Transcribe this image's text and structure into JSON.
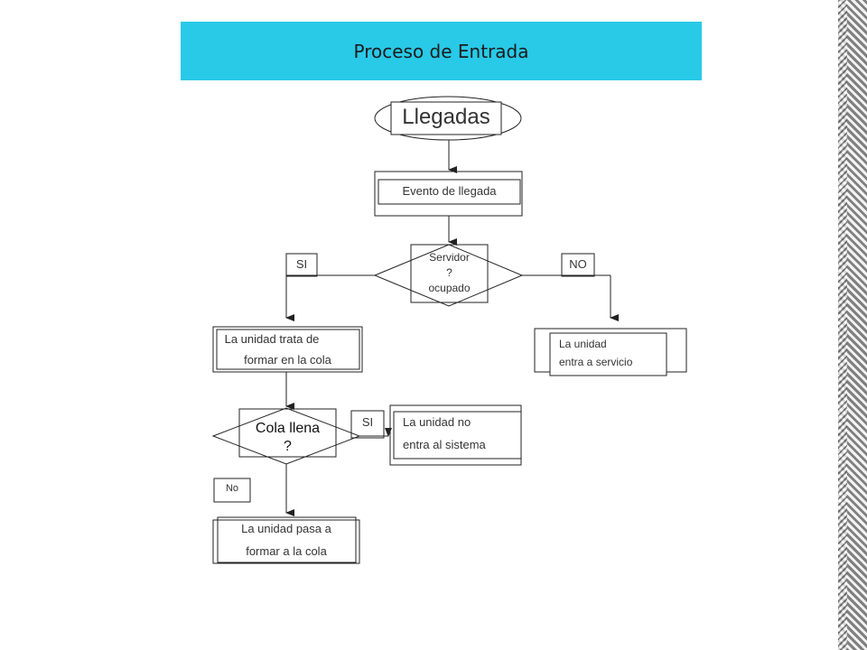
{
  "title": "Proceso de Entrada",
  "nodes": {
    "llegadas": "Llegadas",
    "evento": "Evento de llegada",
    "servidor_1": "Servidor",
    "servidor_2": "?",
    "servidor_3": "ocupado",
    "si_1": "SI",
    "no_1": "NO",
    "trata_1": "La unidad trata de",
    "trata_2": "formar en la cola",
    "servicio_1": "La unidad",
    "servicio_2": "entra a servicio",
    "cola_1": "Cola llena",
    "cola_2": "?",
    "si_2": "SI",
    "no_entra_1": "La unidad no",
    "no_entra_2": "entra al sistema",
    "no_2": "No",
    "pasa_1": "La unidad pasa a",
    "pasa_2": "formar a la cola"
  },
  "colors": {
    "title_bg": "#29c9e8",
    "line": "#222222"
  }
}
